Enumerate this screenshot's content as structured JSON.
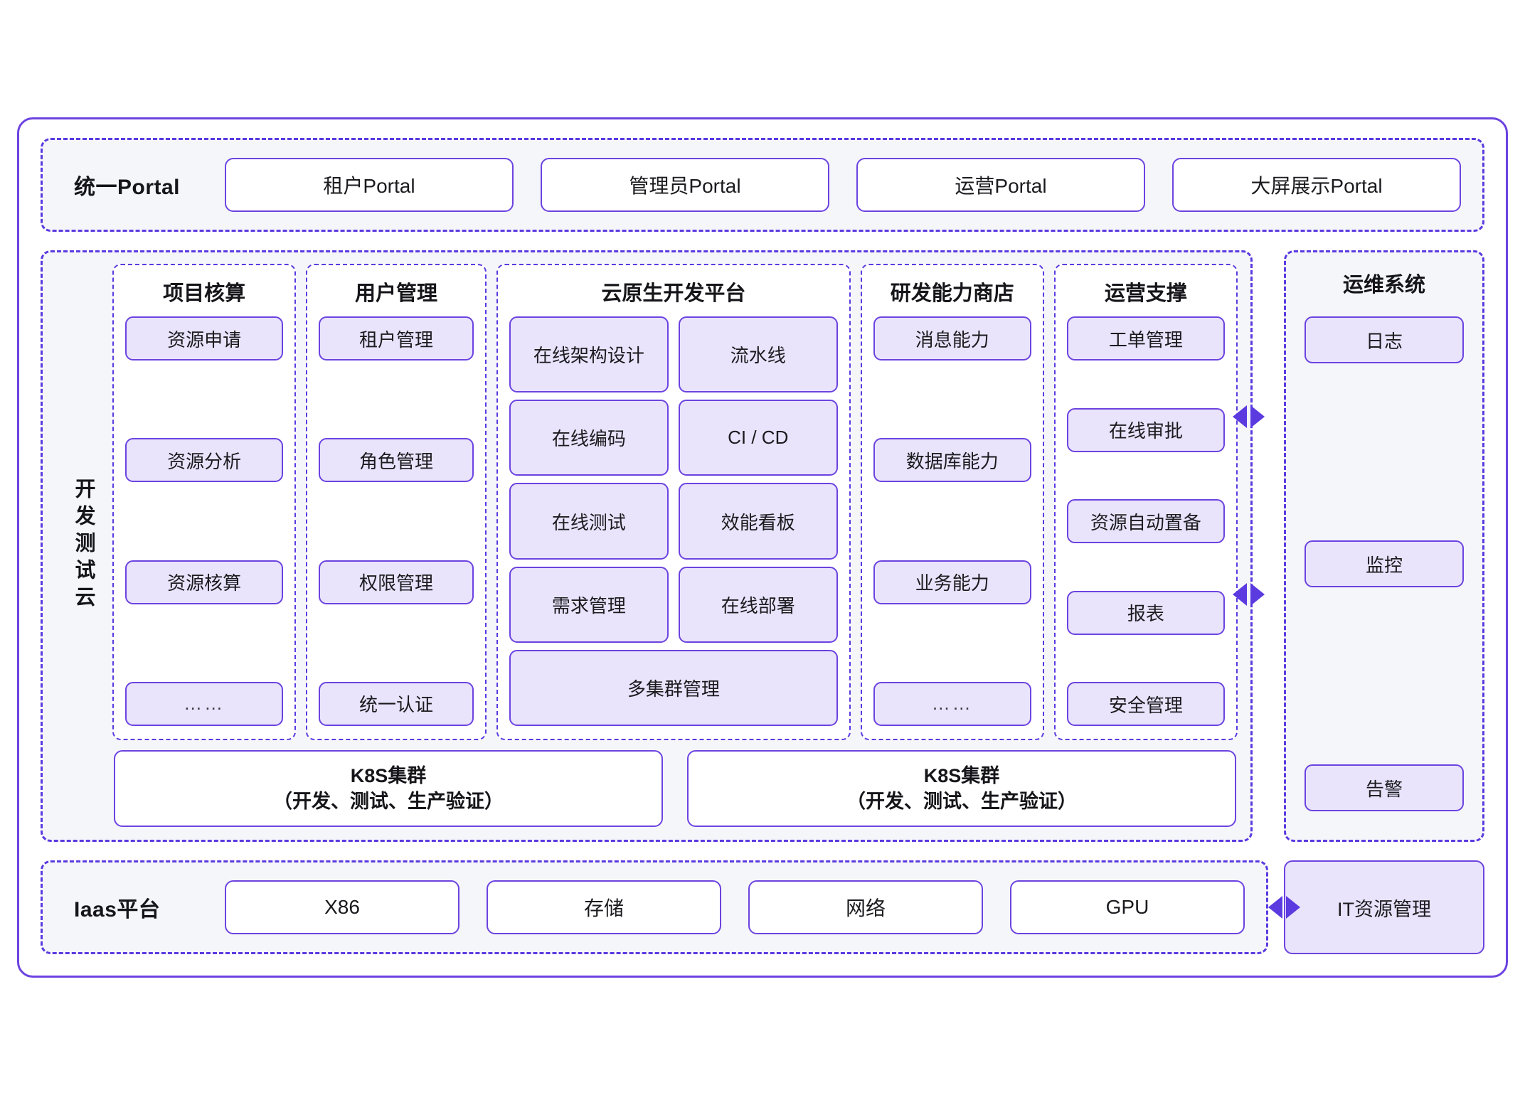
{
  "portal": {
    "label": "统一Portal",
    "items": [
      {
        "label": "租户Portal"
      },
      {
        "label": "管理员Portal"
      },
      {
        "label": "运营Portal"
      },
      {
        "label": "大屏展示Portal"
      }
    ]
  },
  "dev_cloud": {
    "label": "开发测试云",
    "columns": [
      {
        "title": "项目核算",
        "items": [
          "资源申请",
          "资源分析",
          "资源核算",
          "……"
        ]
      },
      {
        "title": "用户管理",
        "items": [
          "租户管理",
          "角色管理",
          "权限管理",
          "统一认证"
        ]
      },
      {
        "title": "云原生开发平台",
        "grid": [
          [
            "在线架构设计",
            "流水线"
          ],
          [
            "在线编码",
            "CI / CD"
          ],
          [
            "在线测试",
            "效能看板"
          ],
          [
            "需求管理",
            "在线部署"
          ]
        ],
        "full_width_item": "多集群管理"
      },
      {
        "title": "研发能力商店",
        "items": [
          "消息能力",
          "数据库能力",
          "业务能力",
          "……"
        ]
      },
      {
        "title": "运营支撑",
        "items": [
          "工单管理",
          "在线审批",
          "资源自动置备",
          "报表",
          "安全管理"
        ]
      }
    ],
    "clusters": [
      {
        "line1": "K8S集群",
        "line2": "（开发、测试、生产验证）"
      },
      {
        "line1": "K8S集群",
        "line2": "（开发、测试、生产验证）"
      }
    ]
  },
  "ops_system": {
    "title": "运维系统",
    "items": [
      "日志",
      "监控",
      "告警"
    ]
  },
  "iaas": {
    "label": "Iaas平台",
    "items": [
      "X86",
      "存储",
      "网络",
      "GPU"
    ],
    "it_resource": "IT资源管理"
  },
  "colors": {
    "accent": "#6c43e0",
    "accent_dashed": "#5b3ae0",
    "chip_fill": "#e9e4fb",
    "section_fill": "#f5f6f9",
    "canvas": "#ffffff"
  }
}
